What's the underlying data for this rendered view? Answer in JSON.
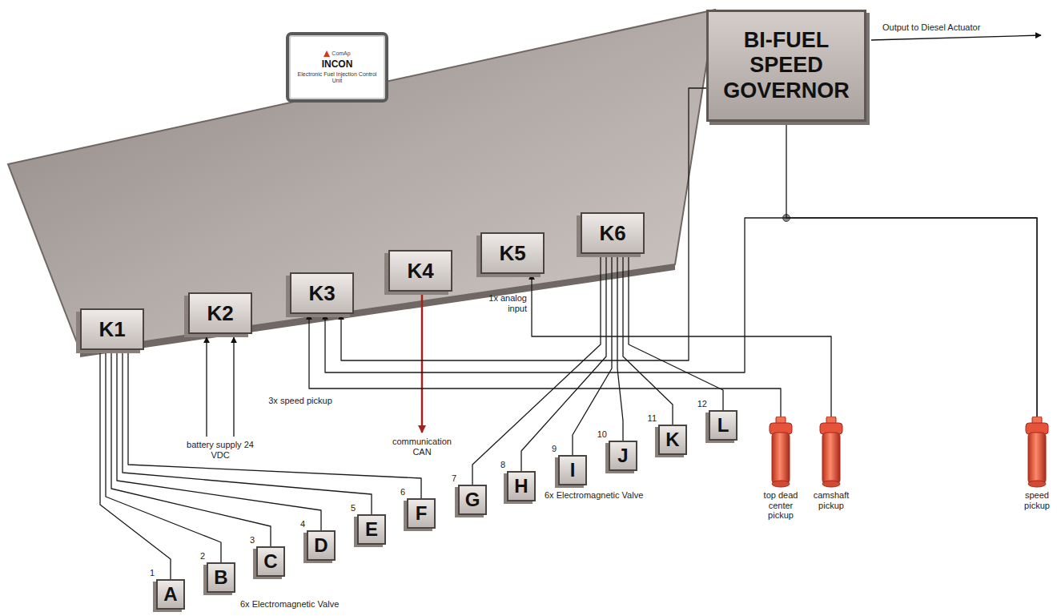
{
  "diagram": {
    "nodes": [
      {
        "text": [
          "ComAp",
          "INCON",
          "Electronic Fuel Injection Control Unit"
        ]
      },
      {
        "text": [
          "BI-FUEL SPEED GOVERNOR"
        ]
      },
      {
        "text": [
          "K1"
        ]
      },
      {
        "text": [
          "K2"
        ]
      },
      {
        "text": [
          "K3"
        ]
      },
      {
        "text": [
          "K4"
        ]
      },
      {
        "text": [
          "K5"
        ]
      },
      {
        "text": [
          "K6"
        ]
      },
      {
        "text": [
          "A"
        ]
      },
      {
        "text": [
          "B"
        ]
      },
      {
        "text": [
          "C"
        ]
      },
      {
        "text": [
          "D"
        ]
      },
      {
        "text": [
          "E"
        ]
      },
      {
        "text": [
          "F"
        ]
      },
      {
        "text": [
          "G"
        ]
      },
      {
        "text": [
          "H"
        ]
      },
      {
        "text": [
          "I"
        ]
      },
      {
        "text": [
          "J"
        ]
      },
      {
        "text": [
          "K"
        ]
      },
      {
        "text": [
          "L"
        ]
      },
      {
        "text": [
          "top dead center pickup"
        ]
      },
      {
        "text": [
          "camshaft pickup"
        ]
      },
      {
        "text": [
          "speed pickup"
        ]
      }
    ],
    "edges": [
      {
        "from": 2,
        "to": 8,
        "arrow": "none"
      },
      {
        "from": 2,
        "to": 9,
        "arrow": "none"
      },
      {
        "from": 2,
        "to": 10,
        "arrow": "none"
      },
      {
        "from": 2,
        "to": 11,
        "arrow": "none"
      },
      {
        "from": 2,
        "to": 12,
        "arrow": "none"
      },
      {
        "from": 2,
        "to": 13,
        "arrow": "none"
      },
      {
        "from": 7,
        "to": 14,
        "arrow": "none"
      },
      {
        "from": 7,
        "to": 15,
        "arrow": "none"
      },
      {
        "from": 7,
        "to": 16,
        "arrow": "none"
      },
      {
        "from": 7,
        "to": 17,
        "arrow": "none"
      },
      {
        "from": 7,
        "to": 18,
        "arrow": "none"
      },
      {
        "from": 7,
        "to": 19,
        "arrow": "none"
      },
      {
        "from": 20,
        "to": 4,
        "arrow": "to"
      },
      {
        "from": 22,
        "to": 4,
        "arrow": "to"
      },
      {
        "from": 1,
        "to": 4,
        "arrow": "to"
      },
      {
        "from": 21,
        "to": 6,
        "arrow": "to"
      },
      {
        "from": 1,
        "to": 22,
        "arrow": "none"
      }
    ],
    "labels": [
      "Output to Diesel Actuator",
      "battery supply 24 VDC",
      "3x speed pickup",
      "communication CAN",
      "1x analog input",
      "6x Electromagnetic Valve",
      "6x Electromagnetic Valve",
      "1",
      "2",
      "3",
      "4",
      "5",
      "6",
      "7",
      "8",
      "9",
      "10",
      "11",
      "12"
    ]
  }
}
